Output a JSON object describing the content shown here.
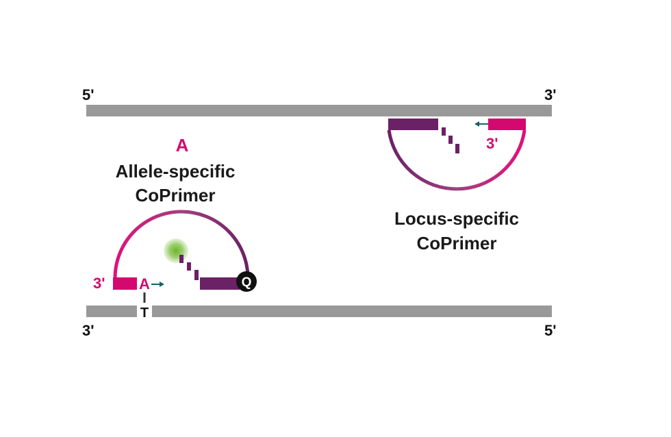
{
  "colors": {
    "strand": "#999999",
    "magenta": "#d4096f",
    "purple": "#6a2166",
    "teal": "#1a5f66",
    "black": "#111111",
    "fluor": "#7dbd3a"
  },
  "top_strand": {
    "left_end": "5'",
    "right_end": "3'"
  },
  "bottom_strand": {
    "left_end": "3'",
    "right_end": "5'",
    "template_base": "T"
  },
  "allele_primer": {
    "allele": "A",
    "title_line1": "Allele-specific",
    "title_line2": "CoPrimer",
    "end_label": "3'",
    "terminal_base": "A",
    "quencher": "Q",
    "icons": [
      "fluorophore-glow",
      "quencher-circle",
      "extension-arrow"
    ]
  },
  "locus_primer": {
    "title_line1": "Locus-specific",
    "title_line2": "CoPrimer",
    "end_label": "3'",
    "icons": [
      "extension-arrow"
    ]
  }
}
